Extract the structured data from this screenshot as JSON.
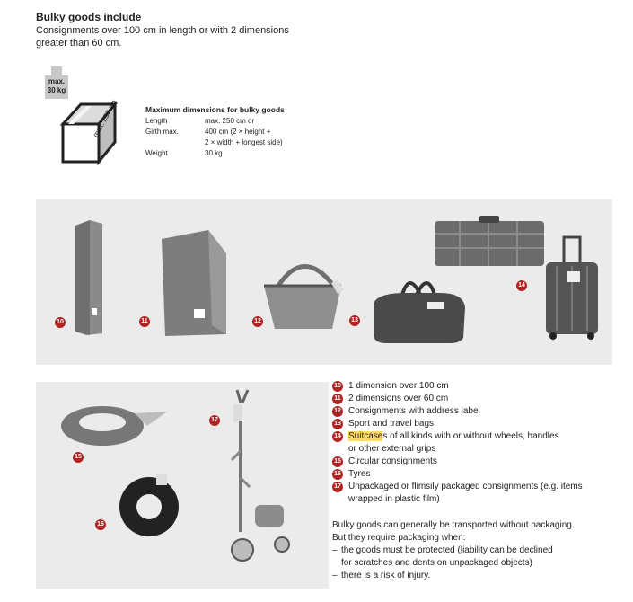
{
  "heading": "Bulky goods include",
  "intro": "Consignments over 100 cm in length or with 2 dimensions greater than 60 cm.",
  "weight_icon": {
    "line1": "max.",
    "line2": "30 kg"
  },
  "box_label": "max. 250 cm",
  "dimensions": {
    "title": "Maximum dimensions for bulky goods",
    "rows": [
      {
        "label": "Length",
        "value": "max. 250 cm or"
      },
      {
        "label": "Girth max.",
        "value": "400 cm (2 × height +"
      },
      {
        "label": "",
        "value": "2 × width + longest side)"
      },
      {
        "label": "Weight",
        "value": "30 kg"
      }
    ]
  },
  "badges": [
    "10",
    "11",
    "12",
    "13",
    "14",
    "15",
    "16",
    "17"
  ],
  "legend": {
    "items": [
      {
        "num": "10",
        "text": "1 dimension over 100 cm"
      },
      {
        "num": "11",
        "text": "2 dimensions over 60 cm"
      },
      {
        "num": "12",
        "text": "Consignments with address label"
      },
      {
        "num": "13",
        "text": "Sport and travel bags"
      },
      {
        "num": "14",
        "text_hl": "Suitcase",
        "text": "s of all kinds with or without wheels, handles",
        "cont": "or other external grips"
      },
      {
        "num": "15",
        "text": "Circular consignments"
      },
      {
        "num": "16",
        "text": "Tyres"
      },
      {
        "num": "17",
        "text": "Unpackaged or flimsily packaged consignments (e.g. items",
        "cont": "wrapped in plastic film)"
      }
    ]
  },
  "notes": {
    "line1": "Bulky goods can generally be transported without packaging.",
    "line2": "But they require packaging when:",
    "bullets": [
      {
        "dash": "–",
        "text": "the goods must be protected (liability can be declined",
        "cont": "for scratches and dents on unpackaged objects)"
      },
      {
        "dash": "–",
        "text": "there is a risk of injury."
      }
    ]
  },
  "colors": {
    "badge": "#b22222",
    "panel": "#ebebeb",
    "highlight": "#ffd966"
  }
}
